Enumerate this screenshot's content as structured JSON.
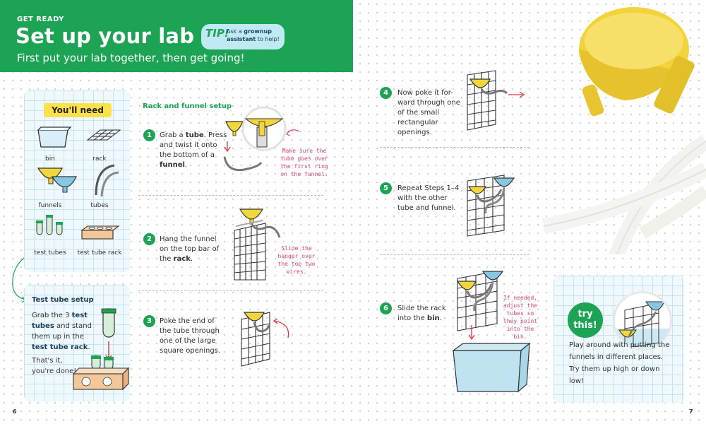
{
  "header": {
    "kicker": "GET READY",
    "title": "Set up your lab",
    "subtitle": "First put your lab together, then get going!",
    "tip_word": "TIP!",
    "tip_pre": "Ask a ",
    "tip_bold": "grownup assistant",
    "tip_post": " to help!"
  },
  "need": {
    "heading": "You'll need",
    "items": [
      "bin",
      "rack",
      "funnels",
      "tubes",
      "test tubes",
      "test tube rack"
    ]
  },
  "test_tube_setup": {
    "heading": "Test tube setup",
    "l1": "Grab the 3",
    "b1": "test tubes",
    "l2": " and stand them up in the ",
    "b2": "test tube rack",
    "l3": ".",
    "done": "That's it, you're done!"
  },
  "rack_section": {
    "heading": "Rack and funnel setup"
  },
  "steps": [
    {
      "num": "1",
      "pre": "Grab a ",
      "b1": "tube",
      "mid": ". Press and twist it onto the bottom of a ",
      "b2": "funnel",
      "post": "."
    },
    {
      "num": "2",
      "pre": "Hang the funnel on the top bar of the ",
      "b1": "rack",
      "post": "."
    },
    {
      "num": "3",
      "text": "Poke the end of the tube through one of the large square openings."
    },
    {
      "num": "4",
      "text": "Now poke it for-ward through one of the small rectangular openings."
    },
    {
      "num": "5",
      "text": "Repeat Steps 1–4 with the other tube and funnel."
    },
    {
      "num": "6",
      "pre": "Slide the rack into the ",
      "b1": "bin",
      "post": "."
    }
  ],
  "notes": {
    "step1": "Make sure the tube goes over the first ring on the funnel.",
    "step2": "Slide the hanger over the top two wires.",
    "step6": "If needed, adjust the tubes so they point into the bin."
  },
  "try_this": {
    "badge_l1": "try",
    "badge_l2": "this!",
    "text": "Play around with putting the funnels in different places. Try them up high or down low!"
  },
  "pages": {
    "left": "6",
    "right": "7"
  },
  "colors": {
    "green": "#1ca353",
    "yellow": "#ffe14d",
    "pink": "#e0407b",
    "blue": "#86c7e4",
    "funnel_yellow": "#f3d63c"
  }
}
